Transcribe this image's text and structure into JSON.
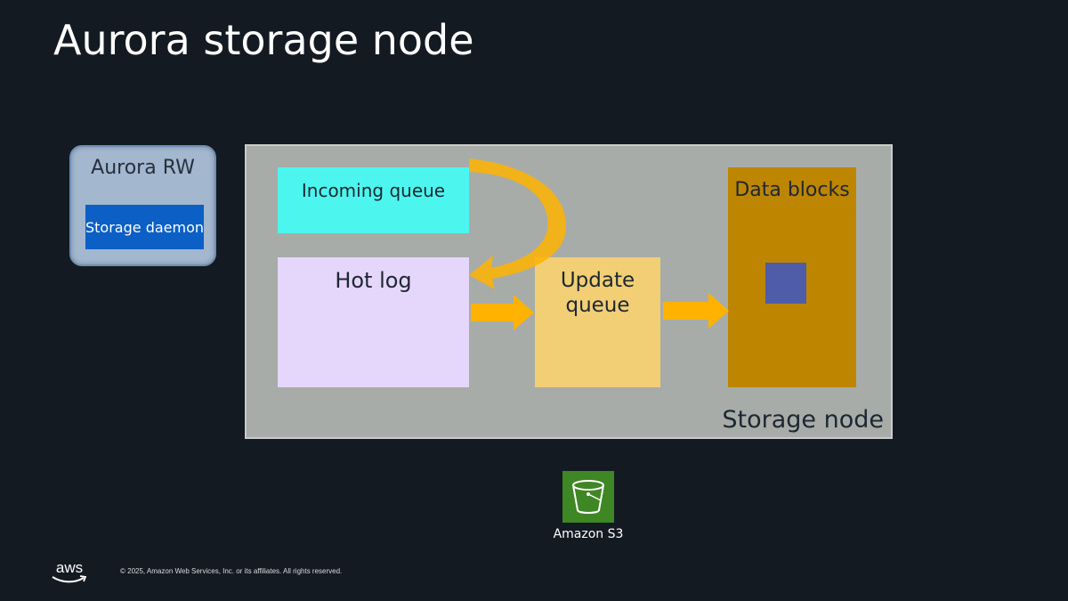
{
  "slide": {
    "title": "Aurora storage node"
  },
  "aurora_rw": {
    "label": "Aurora RW",
    "daemon_label": "Storage daemon"
  },
  "storage_node": {
    "label": "Storage node",
    "incoming_queue": "Incoming queue",
    "hot_log": "Hot log",
    "update_queue": "Update queue",
    "data_blocks": "Data blocks"
  },
  "s3": {
    "label": "Amazon S3",
    "icon": "s3-bucket-icon"
  },
  "footer": {
    "logo": "aws",
    "copyright": "© 2025, Amazon Web Services, Inc. or its affiliates. All rights reserved."
  },
  "colors": {
    "background": "#141a22",
    "aurora_box": "#a3b7cf",
    "daemon": "#0b5fc5",
    "storage_node": "#a7aca8",
    "incoming_queue": "#4cf6ee",
    "hot_log": "#e5d6fb",
    "update_queue": "#f2cf74",
    "data_blocks": "#bd8500",
    "data_block": "#4f5ca8",
    "arrow": "#ffb300",
    "s3": "#3f8624"
  }
}
